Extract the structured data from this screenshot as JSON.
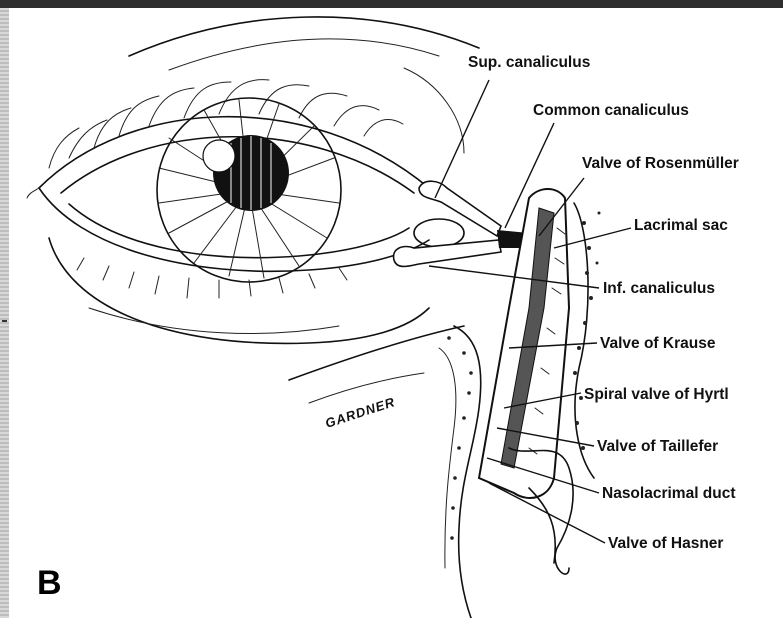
{
  "panel_letter": "B",
  "signature": "GARDNER",
  "labels": {
    "sup_canaliculus": "Sup. canaliculus",
    "common_canaliculus": "Common canaliculus",
    "valve_rosenmuller": "Valve of Rosenmüller",
    "lacrimal_sac": "Lacrimal sac",
    "inf_canaliculus": "Inf. canaliculus",
    "valve_krause": "Valve of Krause",
    "spiral_valve_hyrtl": "Spiral valve of Hyrtl",
    "valve_taillefer": "Valve of Taillefer",
    "nasolacrimal_duct": "Nasolacrimal duct",
    "valve_hasner": "Valve of Hasner"
  },
  "colors": {
    "background": "#2b2b2b",
    "canvas": "#ffffff",
    "ink": "#111111"
  }
}
